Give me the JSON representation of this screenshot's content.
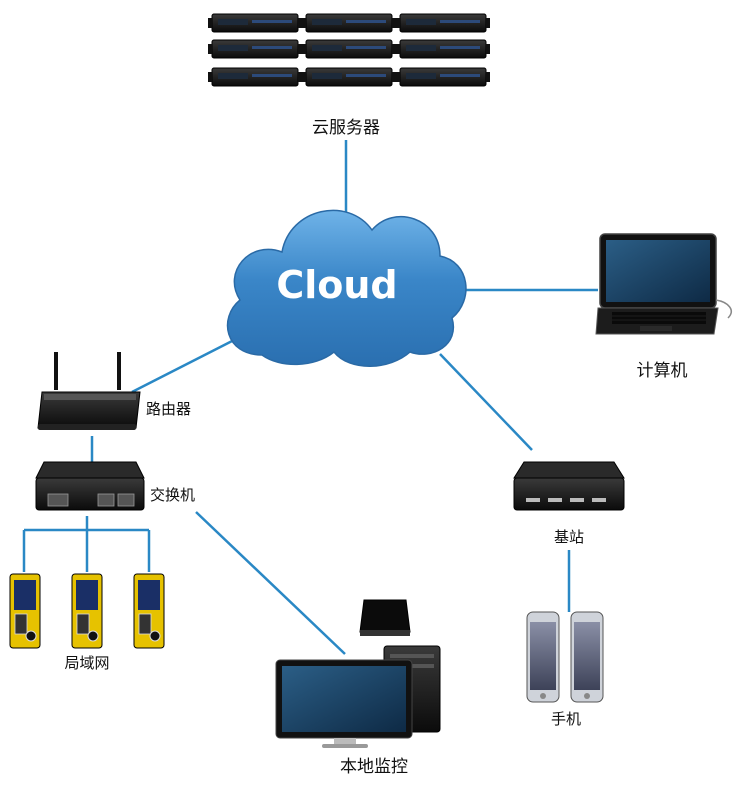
{
  "cloud": {
    "label": "Cloud",
    "color": "#3a86c8"
  },
  "link_color": "#2a88c5",
  "nodes": {
    "cloud_server": {
      "label": "云服务器"
    },
    "laptop": {
      "label": "计算机"
    },
    "router": {
      "label": "路由器"
    },
    "switch": {
      "label": "交换机"
    },
    "base_station": {
      "label": "基站"
    },
    "lan": {
      "label": "局域网"
    },
    "local_monitor": {
      "label": "本地监控"
    },
    "phone": {
      "label": "手机"
    }
  },
  "icons": {
    "server": "server-rack-icon",
    "laptop": "laptop-icon",
    "router": "wifi-router-icon",
    "switch": "network-switch-icon",
    "base_station": "base-station-icon",
    "lan_device": "lan-device-icon",
    "monitor": "desktop-monitor-icon",
    "phone": "smartphone-icon"
  }
}
